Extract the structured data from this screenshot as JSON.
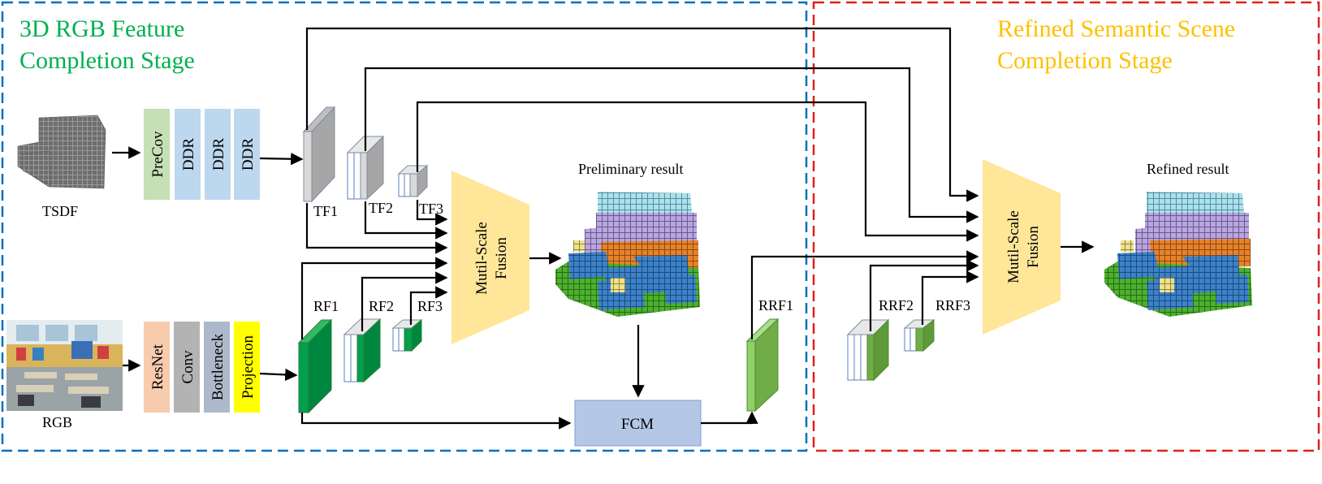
{
  "stages": {
    "left_title_line1": "3D RGB Feature",
    "left_title_line2": "Completion Stage",
    "right_title_line1": "Refined Semantic  Scene",
    "right_title_line2": "Completion Stage",
    "left_color": "#0070c0",
    "right_color": "#e02020",
    "left_title_color": "#00b050",
    "right_title_color": "#ffc000"
  },
  "inputs": {
    "tsdf_label": "TSDF",
    "rgb_label": "RGB"
  },
  "tsdf_branch": [
    "PreCov",
    "DDR",
    "DDR",
    "DDR"
  ],
  "rgb_branch": [
    "ResNet",
    "Conv",
    "Bottleneck",
    "Projection"
  ],
  "features": {
    "tf": [
      "TF1",
      "TF2",
      "TF3"
    ],
    "rf": [
      "RF1",
      "RF2",
      "RF3"
    ],
    "rrf": [
      "RRF1",
      "RRF2",
      "RRF3"
    ]
  },
  "modules": {
    "fusion_line1": "Mutil-Scale",
    "fusion_line2": "Fusion",
    "fcm": "FCM"
  },
  "results": {
    "preliminary": "Preliminary result",
    "refined": "Refined result"
  },
  "colors": {
    "precov": "#c5e0b4",
    "ddr": "#bdd7ee",
    "resnet": "#f8cbad",
    "conv": "#b3b3b3",
    "bottleneck": "#adb9ca",
    "projection": "#ffff00",
    "fusion": "#ffe699",
    "fcm": "#b4c7e7",
    "tf_feature": "#a6a6a6",
    "rf_feature": "#00a050",
    "rrf_feature": "#70ad47"
  }
}
